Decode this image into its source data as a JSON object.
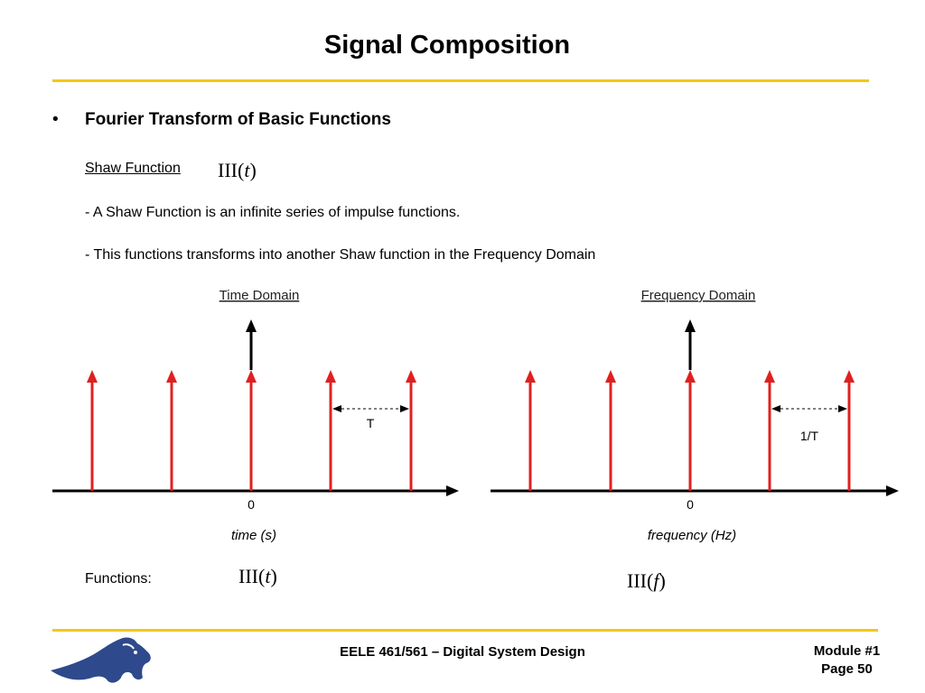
{
  "slide": {
    "title": "Signal Composition",
    "bullet_symbol": "•",
    "bullet_heading": "Fourier Transform of Basic Functions",
    "shaw_label": "Shaw Function",
    "shaw_symbol": "III(",
    "shaw_var": "t",
    "shaw_close": ")",
    "line1": "- A Shaw Function is an infinite series of impulse functions.",
    "line2": "- This functions transforms into another Shaw function in the Frequency Domain",
    "functions_label": "Functions:",
    "func_time_prefix": "III(",
    "func_time_var": "t",
    "func_time_suffix": ")",
    "func_freq_prefix": "III(",
    "func_freq_var": "f",
    "func_freq_suffix": ")"
  },
  "diagram": {
    "time": {
      "title": "Time Domain",
      "origin_label": "0",
      "spacing_label": "T",
      "axis_label": "time (s)"
    },
    "frequency": {
      "title": "Frequency Domain",
      "origin_label": "0",
      "spacing_label": "1/T",
      "axis_label": "frequency (Hz)"
    },
    "colors": {
      "impulse": "#e02020",
      "origin_impulse": "#000000",
      "axis": "#000000"
    }
  },
  "footer": {
    "course": "EELE 461/561 – Digital System Design",
    "module": "Module #1",
    "page": "Page 50",
    "logo_icon": "bobcat-logo-icon"
  },
  "colors": {
    "rule": "#f2c81c",
    "logo": "#2e4a8c"
  }
}
